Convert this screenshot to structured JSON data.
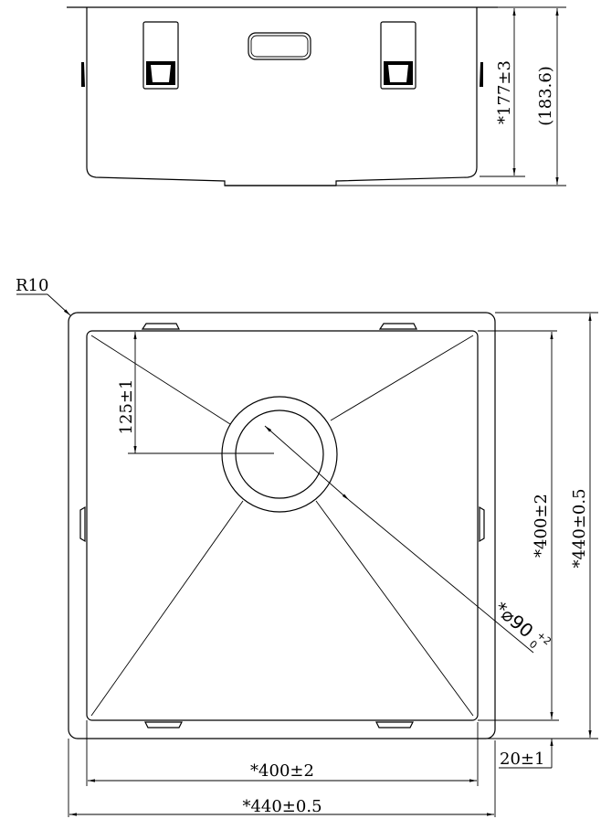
{
  "side_view": {
    "height_dim": "*177±3",
    "overall_height_dim": "(183.6)"
  },
  "top_view": {
    "corner_radius": "R10",
    "drain_offset_dim": "125±1",
    "drain_diameter_dim": "*⌀90",
    "drain_tol_upper": "+2",
    "drain_tol_lower": "0",
    "inner_height_dim": "*400±2",
    "outer_height_dim": "*440±0.5",
    "inner_width_dim": "*400±2",
    "outer_width_dim": "*440±0.5",
    "flange_dim": "20±1"
  }
}
